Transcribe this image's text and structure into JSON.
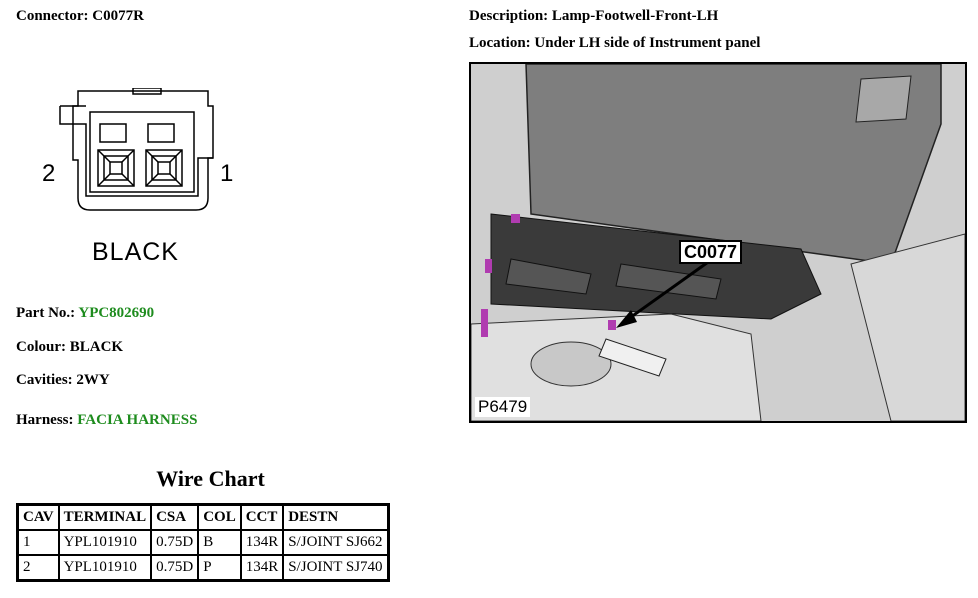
{
  "connector": {
    "label": "Connector:",
    "value": "C0077R"
  },
  "description": {
    "label": "Description:",
    "value": "Lamp-Footwell-Front-LH"
  },
  "location": {
    "label": "Location:",
    "value": "Under LH side of Instrument panel"
  },
  "diagram": {
    "pin_left": "2",
    "pin_right": "1",
    "colour_label": "BLACK"
  },
  "photo": {
    "ref": "P6479",
    "callout": "C0077"
  },
  "part_no": {
    "label": "Part No.:",
    "value": "YPC802690"
  },
  "colour": {
    "label": "Colour:",
    "value": "BLACK"
  },
  "cavities": {
    "label": "Cavities:",
    "value": "2WY"
  },
  "harness": {
    "label": "Harness:",
    "value": "FACIA HARNESS"
  },
  "wire_chart": {
    "title": "Wire Chart",
    "headers": [
      "CAV",
      "TERMINAL",
      "CSA",
      "COL",
      "CCT",
      "DESTN"
    ],
    "rows": [
      [
        "1",
        "YPL101910",
        "0.75D",
        "B",
        "134R",
        "S/JOINT SJ662"
      ],
      [
        "2",
        "YPL101910",
        "0.75D",
        "P",
        "134R",
        "S/JOINT SJ740"
      ]
    ]
  },
  "colors": {
    "green_text": "#1e8c1e",
    "connector_marker": "#b03cb0"
  }
}
